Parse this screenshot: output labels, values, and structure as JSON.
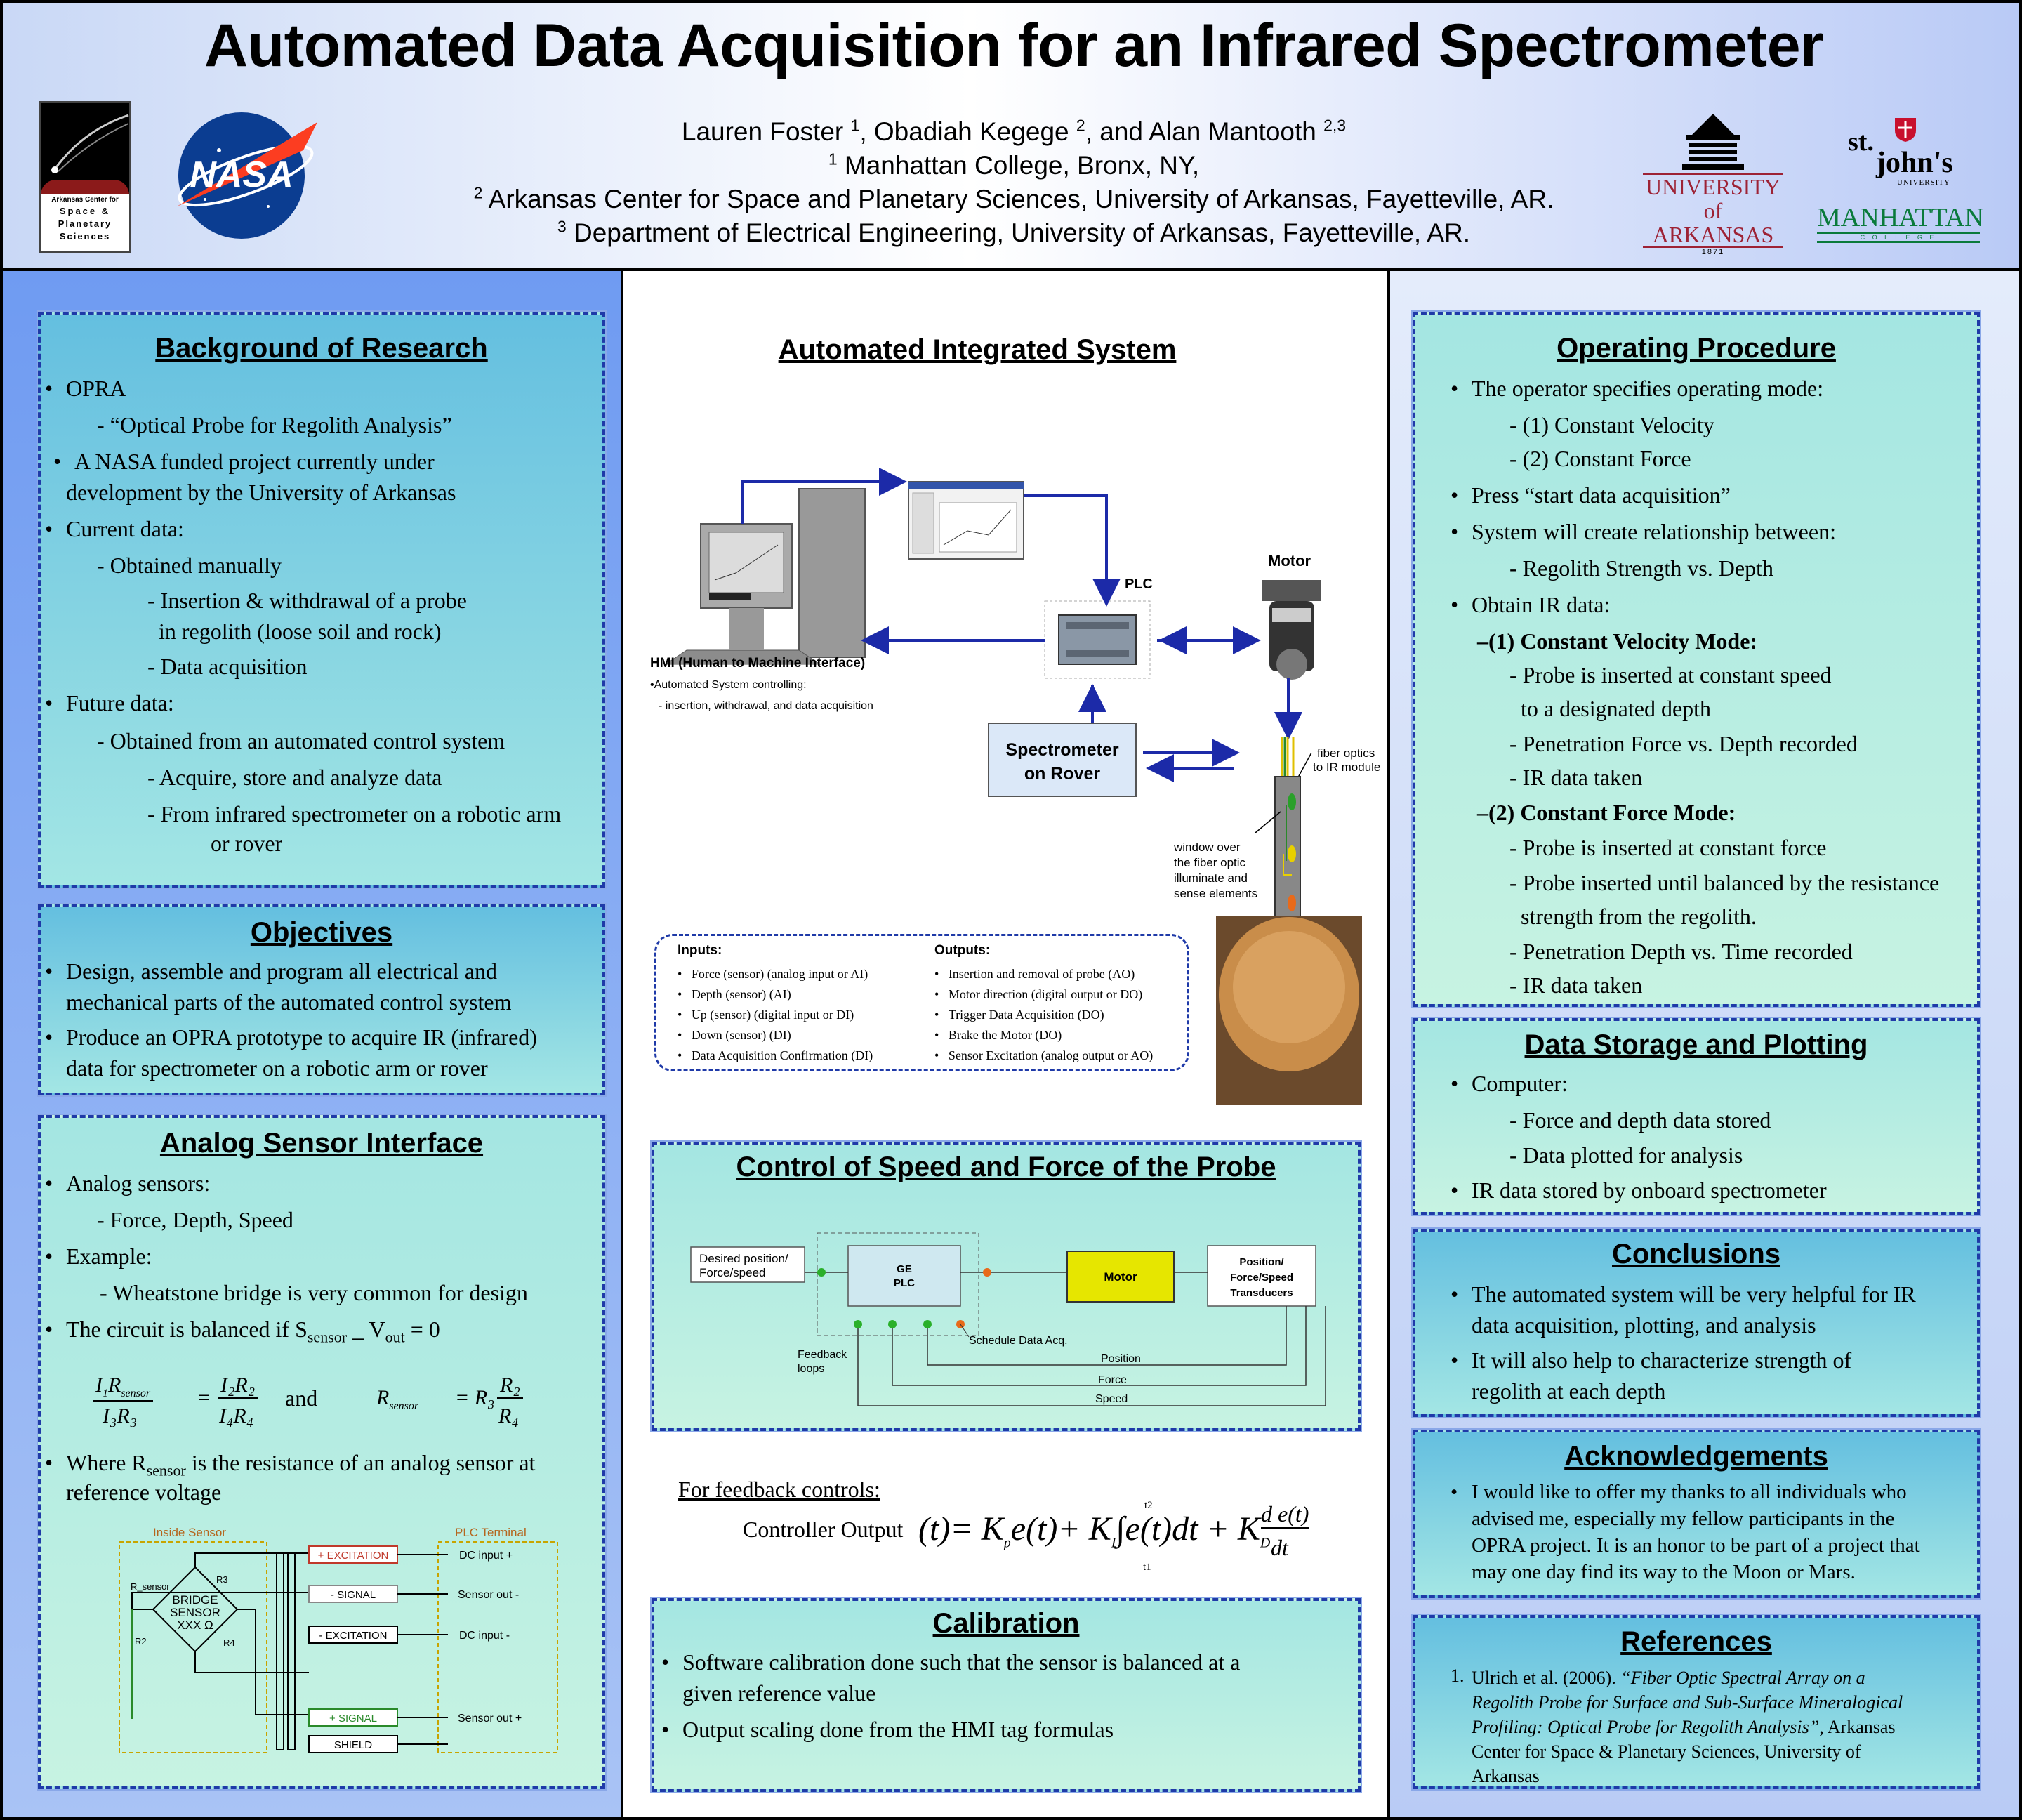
{
  "header": {
    "title": "Automated Data Acquisition for an Infrared Spectrometer",
    "authors_line": "Lauren Foster 1, Obadiah Kegege 2, and Alan Mantooth 2,3",
    "author1": "Lauren Foster",
    "author1_sup": "1",
    "author2": "Obadiah Kegege",
    "author2_sup": "2",
    "author3": "and Alan Mantooth",
    "author3_sup": "2,3",
    "aff1_sup": "1",
    "aff1": "Manhattan College, Bronx, NY,",
    "aff2_sup": "2",
    "aff2": "Arkansas Center for Space and Planetary Sciences, University of Arkansas, Fayetteville, AR.",
    "aff3_sup": "3",
    "aff3": "Department of Electrical Engineering, University of Arkansas, Fayetteville, AR.",
    "logo_acsps": [
      "Arkansas Center for",
      "Space &",
      "Planetary",
      "Sciences"
    ],
    "logo_nasa": "NASA",
    "logo_ua_1": "UNIVERSITY",
    "logo_ua_2": "of ARKANSAS",
    "logo_ua_3": "1871",
    "logo_sj_1": "st.",
    "logo_sj_2": "john's",
    "logo_sj_3": "UNIVERSITY",
    "logo_mc_1": "MANHATTAN",
    "logo_mc_2": "C O L L E G E"
  },
  "background": {
    "title": "Background of Research",
    "lines": [
      "OPRA",
      "- “Optical Probe for Regolith Analysis”",
      "A NASA funded project currently under",
      "development by the University of Arkansas",
      "Current data:",
      "- Obtained manually",
      "- Insertion & withdrawal of a probe",
      "in regolith (loose soil and rock)",
      "- Data acquisition",
      "Future data:",
      "- Obtained from an automated control system",
      "- Acquire, store and analyze data",
      "- From infrared spectrometer on a robotic arm",
      "or rover"
    ]
  },
  "objectives": {
    "title": "Objectives",
    "lines": [
      "Design, assemble and program all electrical and",
      "mechanical parts of the automated control system",
      "Produce an OPRA prototype to acquire IR (infrared)",
      "data for spectrometer on a robotic arm or rover"
    ]
  },
  "analog": {
    "title": "Analog Sensor Interface",
    "l1": "Analog sensors:",
    "l2": "- Force, Depth, Speed",
    "l3": "Example:",
    "l4": "- Wheatstone bridge is very common for design",
    "l5a": "The circuit is balanced if S",
    "l5b": "sensor",
    "l5c": " _ V",
    "l5d": "out",
    "l5e": " = 0",
    "eq_and": "and",
    "l6a": "Where R",
    "l6b": "sensor",
    "l6c": " is the resistance of an analog sensor at",
    "l7": "reference voltage",
    "eq1_num_a": "I",
    "eq1_num_b": "1",
    "eq1_num_c": "R",
    "eq1_num_d": "sensor",
    "eq1_den": "I₃R₃",
    "eq1_rnum": "I₂R₂",
    "eq1_rden": "I₄R₄",
    "eq2_lhs": "R",
    "eq2_lhs_sub": "sensor",
    "eq2_mid": "= R₃",
    "eq2_num": "R₂",
    "eq2_den": "R₄",
    "wiring": {
      "inside": "Inside Sensor",
      "plc": "PLC Terminal",
      "rsensor": "R_sensor",
      "r3": "R3",
      "r2": "R2",
      "r4": "R4",
      "bridge1": "BRIDGE",
      "bridge2": "SENSOR",
      "bridge3": "XXX  Ω",
      "exc_p": "+ EXCITATION",
      "sig_m": "- SIGNAL",
      "exc_m": "- EXCITATION",
      "sig_p": "+ SIGNAL",
      "shield": "SHIELD",
      "t1": "DC input +",
      "t2": "Sensor out -",
      "t3": "DC input -",
      "t4": "Sensor out +"
    }
  },
  "system": {
    "title": "Automated Integrated System",
    "motor": "Motor",
    "plc": "PLC",
    "hmi": "HMI (Human to Machine Interface)",
    "hmi_1": "•Automated System controlling:",
    "hmi_2": "- insertion, withdrawal, and data acquisition",
    "spectro_1": "Spectrometer",
    "spectro_2": "on Rover",
    "fiber_1": "fiber optics",
    "fiber_2": "to IR module",
    "window": [
      "window over",
      "the fiber optic",
      "illuminate and",
      "sense elements"
    ],
    "inputs_title": "Inputs:",
    "inputs": [
      "Force (sensor) (analog input or AI)",
      "Depth (sensor) (AI)",
      "Up (sensor) (digital input or DI)",
      "Down (sensor) (DI)",
      "Data Acquisition Confirmation (DI)"
    ],
    "outputs_title": "Outputs:",
    "outputs": [
      "Insertion and removal of probe (AO)",
      "Motor direction (digital output or DO)",
      "Trigger Data Acquisition (DO)",
      "Brake the Motor (DO)",
      "Sensor Excitation (analog output or AO)"
    ]
  },
  "control": {
    "title": "Control of Speed and Force of the Probe",
    "desired_1": "Desired position/",
    "desired_2": "Force/speed",
    "ge_1": "GE",
    "ge_2": "PLC",
    "motor": "Motor",
    "trans_1": "Position/",
    "trans_2": "Force/Speed",
    "trans_3": "Transducers",
    "schedule": "Schedule Data Acq.",
    "fb_1": "Feedback",
    "fb_2": "loops",
    "position": "Position",
    "force": "Force",
    "speed": "Speed",
    "feedback_label": "For feedback controls:",
    "formula_lhs": "Controller Output",
    "lim_upper": "t2",
    "lim_lower": "t1"
  },
  "calibration": {
    "title": "Calibration",
    "lines": [
      "Software calibration done such that the sensor is balanced at a",
      "given reference value",
      "Output scaling done from the HMI tag formulas"
    ]
  },
  "operating": {
    "title": "Operating Procedure",
    "lines": [
      "The operator specifies operating mode:",
      "- (1) Constant Velocity",
      "- (2) Constant Force",
      "Press “start data acquisition”",
      "System will create relationship between:",
      "- Regolith Strength vs. Depth",
      "Obtain IR data:",
      "(1) Constant Velocity Mode:",
      "- Probe is inserted at constant speed",
      "to a designated depth",
      "- Penetration Force vs. Depth recorded",
      "- IR data taken",
      "(2) Constant Force Mode:",
      "- Probe is inserted at constant force",
      "- Probe inserted until balanced by the resistance",
      "strength from the regolith.",
      "- Penetration Depth vs. Time recorded",
      "- IR data taken"
    ]
  },
  "storage": {
    "title": "Data Storage and Plotting",
    "lines": [
      "Computer:",
      "- Force and depth data stored",
      "- Data plotted for analysis",
      "IR data stored by onboard spectrometer"
    ]
  },
  "conclusions": {
    "title": "Conclusions",
    "lines": [
      "The automated system will be very helpful for IR",
      "data acquisition, plotting, and analysis",
      "It will also help to characterize strength of",
      "regolith at each depth"
    ]
  },
  "ack": {
    "title": "Acknowledgements",
    "lines": [
      "I would like to offer my thanks to all individuals who",
      "advised me, especially my fellow participants in the",
      "OPRA project. It is an honor to be part of a project that",
      "may one day find its way to the Moon or Mars."
    ]
  },
  "refs": {
    "title": "References",
    "num": "1.",
    "r1": "Ulrich et al. (2006). ",
    "r1_it": "“Fiber Optic Spectral Array on a",
    "r2_it": "Regolith Probe for Surface and Sub-Surface Mineralogical",
    "r3_it": "Profiling: Optical Probe for Regolith Analysis”",
    "r3": ", Arkansas",
    "r4": "Center for Space & Planetary Sciences, University of",
    "r5": "Arkansas"
  },
  "colors": {
    "accent": "#1f3aa8",
    "panel_top": "#64bfe0",
    "panel_bottom": "#a3e6e4",
    "arrow": "#1c2aa8",
    "motor_block": "#e6e600"
  }
}
